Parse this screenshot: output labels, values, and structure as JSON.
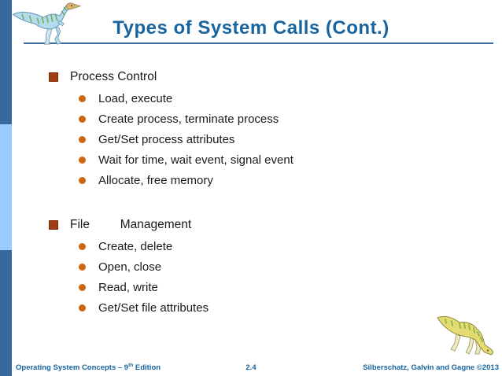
{
  "slide": {
    "title": "Types of System Calls (Cont.)",
    "sections": [
      {
        "label": "Process Control",
        "items": [
          "Load, execute",
          "Create process, terminate process",
          "Get/Set process attributes",
          "Wait for time, wait event, signal event",
          "Allocate, free memory"
        ]
      },
      {
        "label": "File         Management",
        "items": [
          "Create, delete",
          "Open, close",
          "Read, write",
          "Get/Set file attributes"
        ]
      }
    ],
    "footer": {
      "left_prefix": "Operating System Concepts – 9",
      "left_superscript": "th",
      "left_suffix": " Edition",
      "page_number": "2.4",
      "right": "Silberschatz, Galvin and Gagne ©2013"
    },
    "icons": {
      "top_left": "standing-dinosaur-logo",
      "bottom_right": "grazing-dinosaur-logo",
      "level1_bullet": "square-bullet-icon",
      "level2_bullet": "circle-bullet-icon"
    },
    "colors": {
      "accent_blue": "#17649f",
      "underline_blue": "#3f6e9e",
      "sidebar_dark": "#38689c",
      "sidebar_light": "#99ccff",
      "bullet_square": "#a23c14",
      "bullet_round": "#cc6612",
      "text": "#1a1a1a"
    }
  }
}
